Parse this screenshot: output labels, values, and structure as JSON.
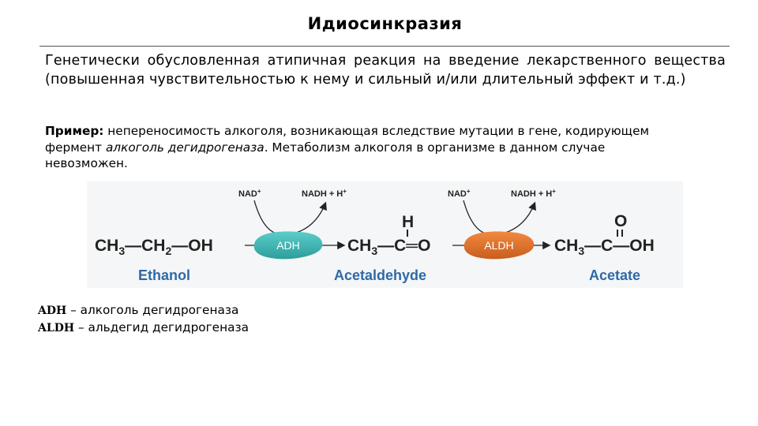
{
  "slide": {
    "title": "Идиосинкразия",
    "definition": "Генетически обусловленная атипичная реакция на введение лекарственного вещества (повышенная чувствительностью к нему и сильный и/или длительный эффект и т.д.)",
    "example": {
      "label": "Пример:",
      "text_before": " непереносимость алкоголя, возникающая вследствие мутации в гене, кодирующем фермент ",
      "enzyme_italic": "алкоголь дегидрогеназа",
      "text_after": ". Метаболизм алкоголя в организме в данном случае невозможен."
    },
    "scheme": {
      "cofactor_in_1": "NAD",
      "cofactor_in_1_sup": "+",
      "cofactor_out_1": "NADH + H",
      "cofactor_out_1_sup": "+",
      "cofactor_in_2": "NAD",
      "cofactor_in_2_sup": "+",
      "cofactor_out_2": "NADH + H",
      "cofactor_out_2_sup": "+",
      "enzyme_1": "ADH",
      "enzyme_2": "ALDH",
      "ethanol_formula": {
        "a": "CH",
        "a_sub": "3",
        "b": "—CH",
        "b_sub": "2",
        "c": "—OH"
      },
      "acetaldehyde_formula": {
        "a": "CH",
        "a_sub": "3",
        "b": "—C═O",
        "top": "H"
      },
      "acetate_formula": {
        "a": "CH",
        "a_sub": "3",
        "b": "—C—OH",
        "top": "O"
      },
      "label_1": "Ethanol",
      "label_2": "Acetaldehyde",
      "label_3": "Acetate"
    },
    "abbreviations": [
      {
        "key": "ADH",
        "text": " – алкоголь дегидрогеназа"
      },
      {
        "key": "ALDH",
        "text": " – альдегид дегидрогеназа"
      }
    ],
    "colors": {
      "adh": "#3fb5b3",
      "aldh": "#e0722c",
      "label_blue": "#2e6aa8",
      "formula": "#222222"
    }
  }
}
